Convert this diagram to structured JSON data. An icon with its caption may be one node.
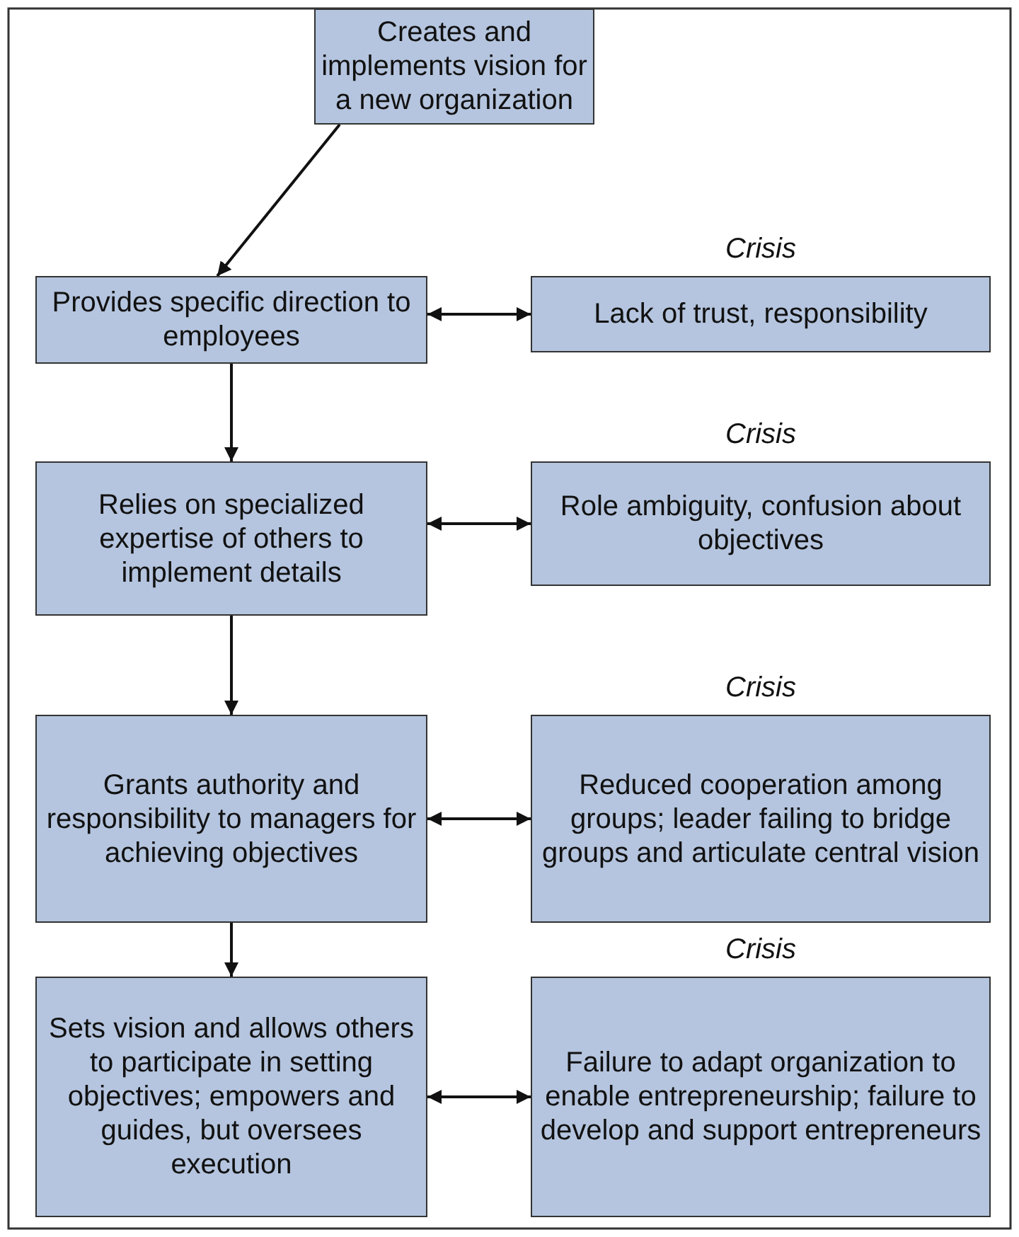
{
  "diagram": {
    "nodes": [
      {
        "text": [
          "Creates and implements vision for a new organization"
        ]
      },
      {
        "text": [
          "Provides specific direction to employees"
        ]
      },
      {
        "text": [
          "Lack of trust, responsibility"
        ],
        "beside": [
          "Crisis"
        ]
      },
      {
        "text": [
          "Relies on specialized expertise of others to implement details"
        ]
      },
      {
        "text": [
          "Role ambiguity, confusion about objectives"
        ],
        "beside": [
          "Crisis"
        ]
      },
      {
        "text": [
          "Grants authority and responsibility to managers for achieving objectives"
        ]
      },
      {
        "text": [
          "Reduced cooperation among groups; leader failing to bridge groups and articulate central vision"
        ],
        "beside": [
          "Crisis"
        ]
      },
      {
        "text": [
          "Sets vision and allows others to participate in setting objectives; empowers and guides, but oversees execution"
        ]
      },
      {
        "text": [
          "Failure to adapt organization to enable entrepreneurship; failure to develop and support entrepreneurs"
        ],
        "beside": [
          "Crisis"
        ]
      }
    ],
    "edges": [
      {
        "from": 0,
        "to": 1,
        "arrow": "to"
      },
      {
        "from": 1,
        "to": 2,
        "arrow": "both"
      },
      {
        "from": 1,
        "to": 3,
        "arrow": "to"
      },
      {
        "from": 3,
        "to": 4,
        "arrow": "both"
      },
      {
        "from": 3,
        "to": 5,
        "arrow": "to"
      },
      {
        "from": 5,
        "to": 6,
        "arrow": "both"
      },
      {
        "from": 5,
        "to": 7,
        "arrow": "to"
      },
      {
        "from": 7,
        "to": 8,
        "arrow": "both"
      }
    ]
  }
}
